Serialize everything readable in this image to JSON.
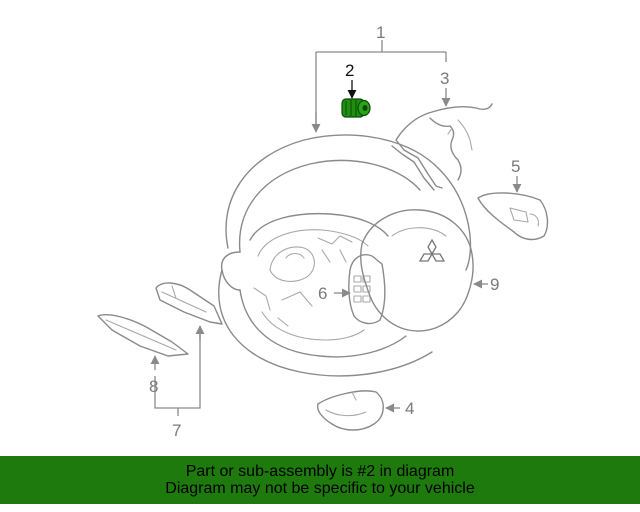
{
  "diagram": {
    "callouts": [
      {
        "id": "1",
        "label": "1"
      },
      {
        "id": "2",
        "label": "2",
        "highlighted": true
      },
      {
        "id": "3",
        "label": "3"
      },
      {
        "id": "4",
        "label": "4"
      },
      {
        "id": "5",
        "label": "5"
      },
      {
        "id": "6",
        "label": "6"
      },
      {
        "id": "7",
        "label": "7"
      },
      {
        "id": "8",
        "label": "8"
      },
      {
        "id": "9",
        "label": "9"
      }
    ],
    "highlight_color": "#1f8f0f",
    "line_color": "#8a8a8a"
  },
  "banner": {
    "line1": "Part or sub-assembly is #2 in diagram",
    "line2": "Diagram may not be specific to your vehicle",
    "background": "#1e7a0c"
  }
}
